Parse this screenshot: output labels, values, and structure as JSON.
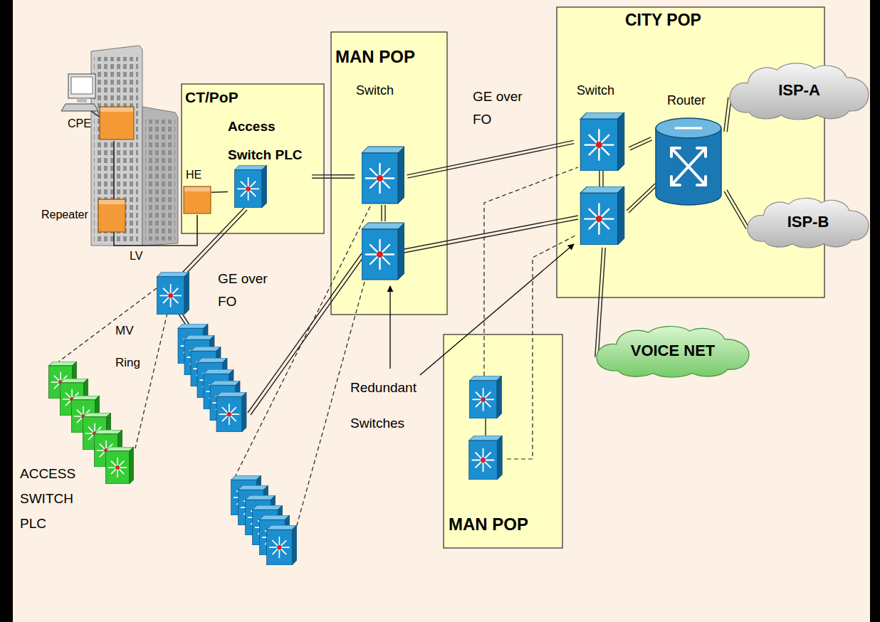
{
  "diagram": {
    "nodes": [
      {
        "text": [
          "CPE"
        ]
      },
      {
        "text": [
          "Repeater"
        ]
      },
      {
        "text": [
          "CT/PoP"
        ]
      },
      {
        "text": [
          "HE"
        ],
        "in": 2
      },
      {
        "text": [
          "Access Switch PLC"
        ],
        "in": 2
      },
      {
        "text": [
          "MAN POP"
        ]
      },
      {
        "text": [
          "Switch"
        ],
        "in": 5
      },
      {
        "text": [
          "CITY POP"
        ]
      },
      {
        "text": [
          "Switch"
        ],
        "in": 7
      },
      {
        "text": [
          "Router"
        ],
        "in": 7
      },
      {
        "text": [
          "ISP-A"
        ]
      },
      {
        "text": [
          "ISP-B"
        ]
      },
      {
        "text": [
          "VOICE NET"
        ]
      },
      {
        "text": [
          "MAN POP"
        ]
      }
    ],
    "edges": [
      {
        "from": 0,
        "to": 1,
        "arrow": "none"
      },
      {
        "from": 1,
        "to": 3,
        "label": "LV",
        "arrow": "none"
      },
      {
        "from": 3,
        "to": 4,
        "arrow": "none"
      },
      {
        "from": 4,
        "to": 6,
        "arrow": "none"
      },
      {
        "from": 6,
        "to": 8,
        "label": "GE over FO",
        "arrow": "none"
      },
      {
        "from": 8,
        "to": 9,
        "arrow": "none"
      },
      {
        "from": 9,
        "to": 10,
        "arrow": "none"
      },
      {
        "from": 9,
        "to": 11,
        "arrow": "none"
      },
      {
        "from": 8,
        "to": 12,
        "arrow": "none"
      }
    ],
    "labels": [
      "GE over FO",
      "MV Ring",
      "ACCESS SWITCH PLC",
      "Redundant Switches"
    ]
  }
}
